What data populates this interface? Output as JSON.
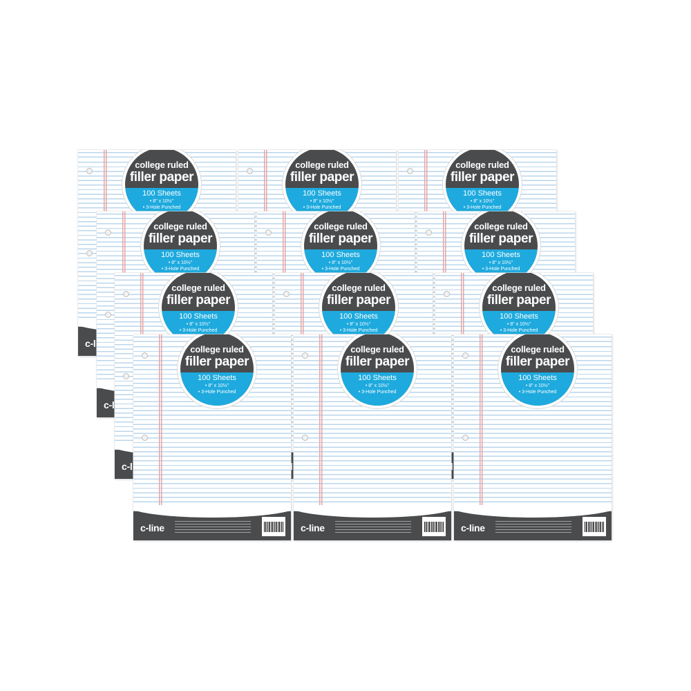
{
  "product": {
    "line1": "college ruled",
    "line2": "filler paper",
    "line3": "100 Sheets",
    "line4": "• 8\" x 10½\"",
    "line5": "• 3-Hole Punched",
    "brand": "c-line"
  },
  "colors": {
    "label_dark": "#4a4b4d",
    "label_blue": "#1eaade",
    "rule_blue": "#b9d6ec",
    "margin_red": "#e6a5a5",
    "background": "#ffffff"
  },
  "pack_count": 12
}
